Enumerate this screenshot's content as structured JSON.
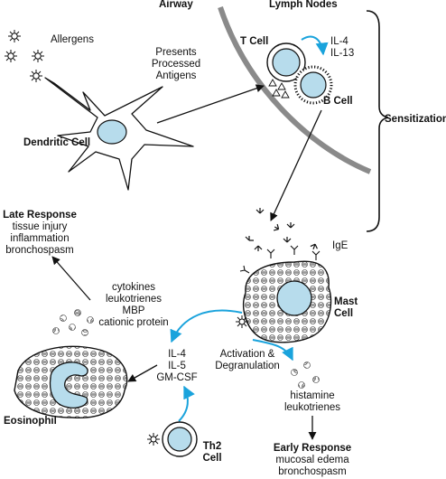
{
  "regions": {
    "airway": "Airway",
    "lymph_nodes": "Lymph Nodes",
    "sensitization": "Sensitization"
  },
  "labels": {
    "allergens": "Allergens",
    "presents": [
      "Presents",
      "Processed",
      "Antigens"
    ],
    "dendritic_cell": "Dendritic Cell",
    "t_cell": "T Cell",
    "b_cell": "B Cell",
    "tb_cytokines": [
      "IL-4",
      "IL-13"
    ],
    "ige": "IgE",
    "mast_cell": [
      "Mast",
      "Cell"
    ],
    "activation": [
      "Activation &",
      "Degranulation"
    ],
    "mediators": [
      "histamine",
      "leukotrienes"
    ],
    "early_response_title": "Early Response",
    "early_response_items": [
      "mucosal edema",
      "bronchospasm"
    ],
    "late_mediators": [
      "cytokines",
      "leukotrienes",
      "MBP",
      "cationic protein"
    ],
    "late_response_title": "Late Response",
    "late_response_items": [
      "tissue injury",
      "inflammation",
      "bronchospasm"
    ],
    "th2_cytokines": [
      "IL-4",
      "IL-5",
      "GM-CSF"
    ],
    "eosinophil": "Eosinophil",
    "th2_cell": [
      "Th2",
      "Cell"
    ]
  },
  "colors": {
    "nucleus_fill": "#b7dcec",
    "arrow_blue": "#1aa3dc",
    "lymph_boundary": "#8a8a8a",
    "line": "#111111"
  }
}
